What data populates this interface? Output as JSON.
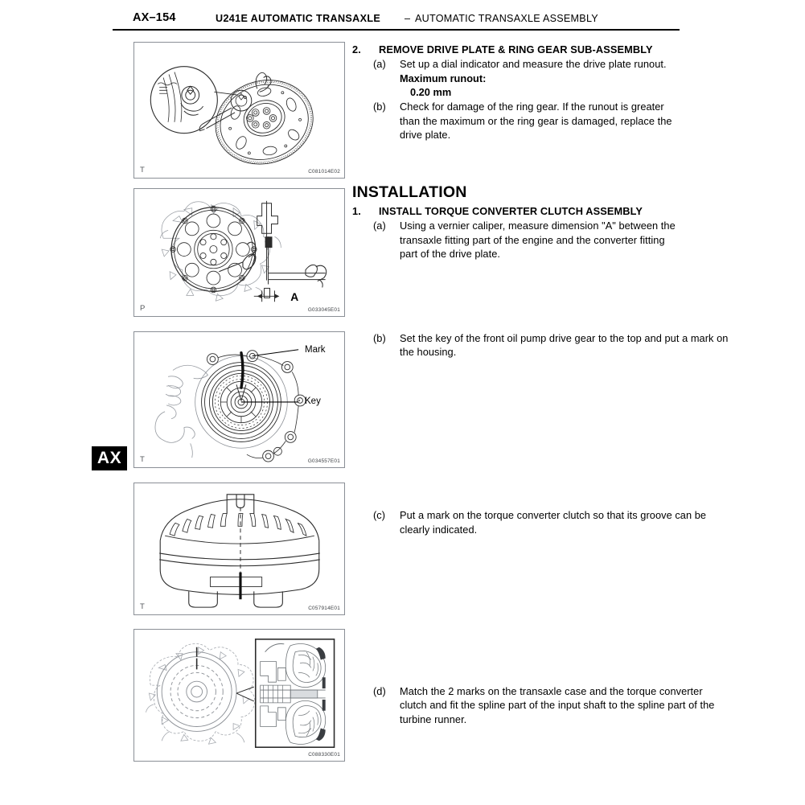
{
  "header": {
    "page_number": "AX–154",
    "title_bold": "U241E AUTOMATIC TRANSAXLE",
    "dash": "–",
    "title_light": "AUTOMATIC TRANSAXLE ASSEMBLY"
  },
  "section_tab": {
    "label": "AX"
  },
  "figures": [
    {
      "tag": "T",
      "code": "C081014E02",
      "name": "drive-plate-ring-gear-dial-indicator",
      "callouts": []
    },
    {
      "tag": "P",
      "code": "G033045E01",
      "name": "engine-drive-plate-vernier-caliper",
      "callouts": [
        {
          "label": "A"
        }
      ]
    },
    {
      "tag": "T",
      "code": "G034557E01",
      "name": "front-oil-pump-drive-gear-key-mark",
      "callouts": [
        {
          "label": "Mark"
        },
        {
          "label": "Key"
        }
      ]
    },
    {
      "tag": "T",
      "code": "C057914E01",
      "name": "torque-converter-clutch-groove-mark",
      "callouts": []
    },
    {
      "tag": "",
      "code": "C088330E01",
      "name": "transaxle-case-spline-cross-section",
      "callouts": []
    }
  ],
  "content": {
    "step_2": {
      "number": "2.",
      "heading": "REMOVE DRIVE PLATE & RING GEAR SUB-ASSEMBLY",
      "sub_a": {
        "letter": "(a)",
        "text": "Set up a dial indicator and measure the drive plate runout."
      },
      "spec_label": "Maximum runout:",
      "spec_value": "0.20 mm",
      "sub_b": {
        "letter": "(b)",
        "text": "Check for damage of the ring gear. If the runout is greater than the maximum or the ring gear is damaged, replace the drive plate."
      }
    },
    "installation_title": "INSTALLATION",
    "step_1": {
      "number": "1.",
      "heading": "INSTALL TORQUE CONVERTER CLUTCH ASSEMBLY",
      "sub_a": {
        "letter": "(a)",
        "text": "Using a vernier caliper, measure dimension \"A\" between the transaxle fitting part of the engine and the converter fitting part of the drive plate."
      },
      "sub_b": {
        "letter": "(b)",
        "text": "Set the key of the front oil pump drive gear to the top and put a mark on the housing."
      },
      "sub_c": {
        "letter": "(c)",
        "text": "Put a mark on the torque converter clutch so that its groove can be clearly indicated."
      },
      "sub_d": {
        "letter": "(d)",
        "text": "Match the 2 marks on the transaxle case and the torque converter clutch and fit the spline part of the input shaft to the spline part of the turbine runner."
      }
    }
  },
  "colors": {
    "text": "#000000",
    "figure_border": "#8a8f96",
    "figure_code": "#3a3d41",
    "line_art": "#2b2b2b",
    "line_art_light": "#8d9197",
    "tab_background": "#000000"
  }
}
